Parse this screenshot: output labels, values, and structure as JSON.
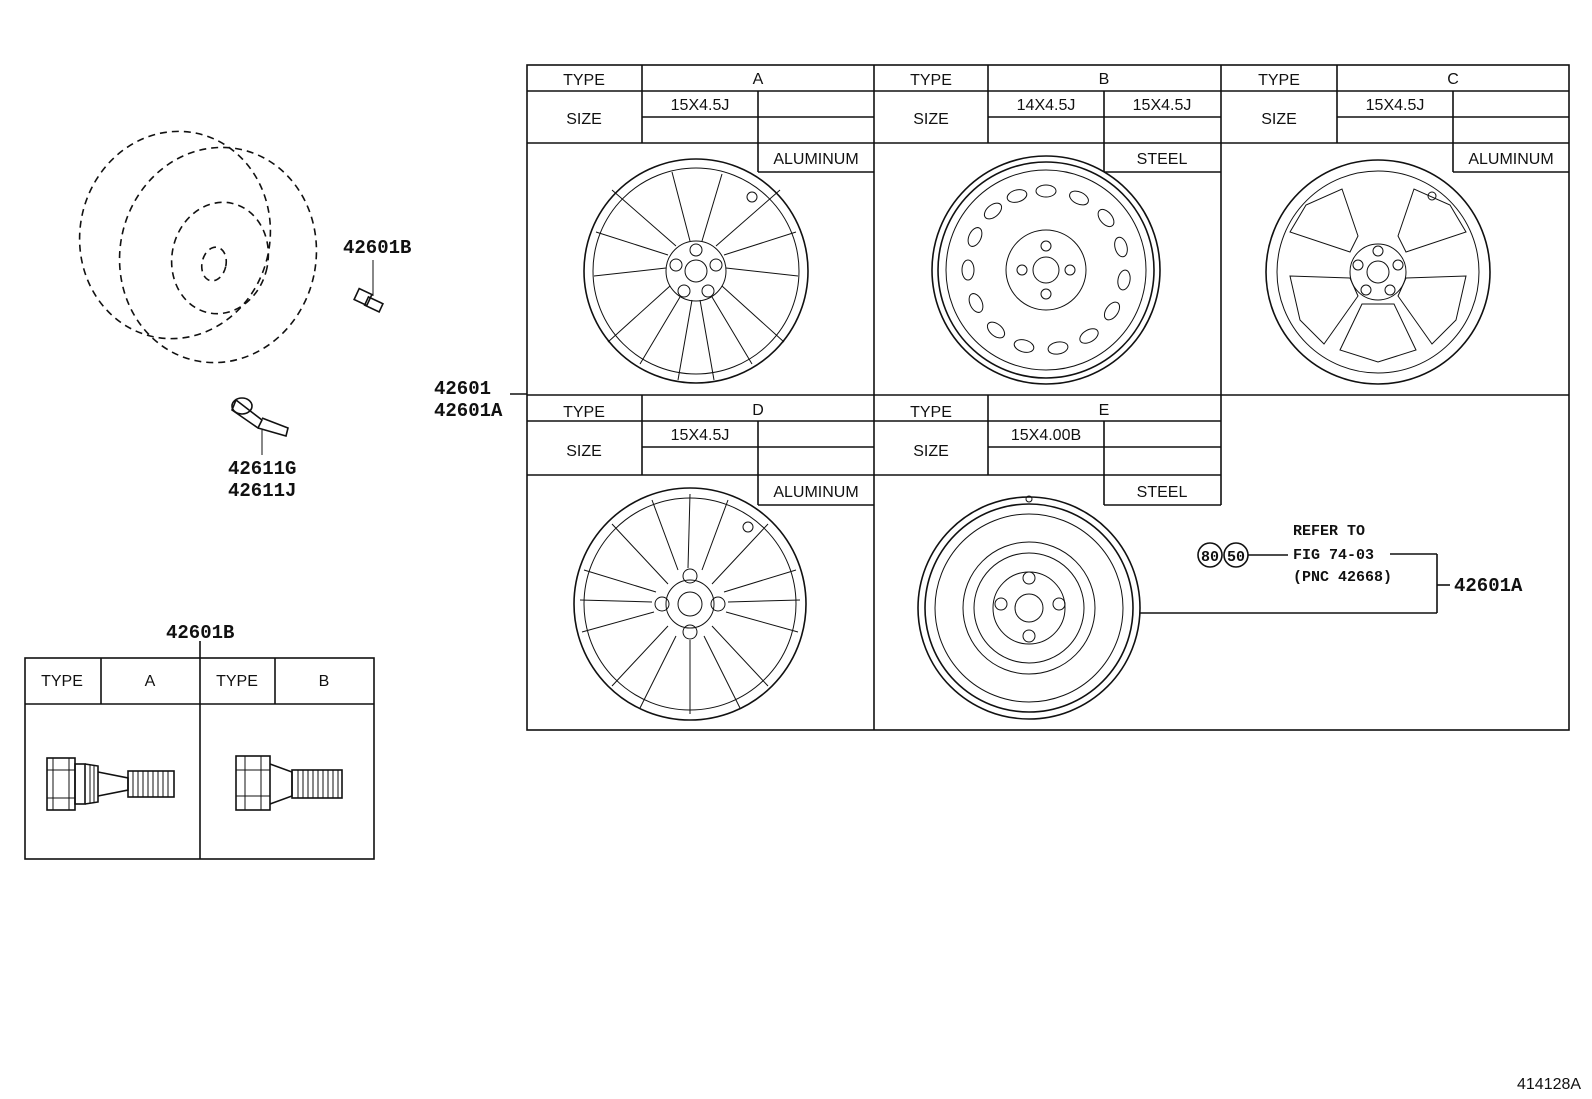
{
  "tables": {
    "A": {
      "type_label": "TYPE",
      "type": "A",
      "size_label": "SIZE",
      "size1": "15X4.5J",
      "material": "ALUMINUM"
    },
    "B": {
      "type_label": "TYPE",
      "type": "B",
      "size_label": "SIZE",
      "size1": "14X4.5J",
      "size2": "15X4.5J",
      "material": "STEEL"
    },
    "C": {
      "type_label": "TYPE",
      "type": "C",
      "size_label": "SIZE",
      "size1": "15X4.5J",
      "material": "ALUMINUM"
    },
    "D": {
      "type_label": "TYPE",
      "type": "D",
      "size_label": "SIZE",
      "size1": "15X4.5J",
      "material": "ALUMINUM"
    },
    "E": {
      "type_label": "TYPE",
      "type": "E",
      "size_label": "SIZE",
      "size1": "15X4.00B",
      "material": "STEEL"
    }
  },
  "bolt_table": {
    "title": "42601B",
    "type_label_a": "TYPE",
    "type_a": "A",
    "type_label_b": "TYPE",
    "type_b": "B"
  },
  "part_numbers": {
    "bolt": "42601B",
    "valve_1": "42611G",
    "valve_2": "42611J",
    "wheel_1": "42601",
    "wheel_2": "42601A",
    "spare": "42601A"
  },
  "reference": {
    "badge_1": "80",
    "badge_2": "50",
    "line1": "REFER TO",
    "line2": "FIG 74-03",
    "line3": "(PNC 42668)"
  },
  "figure_id": "414128A"
}
